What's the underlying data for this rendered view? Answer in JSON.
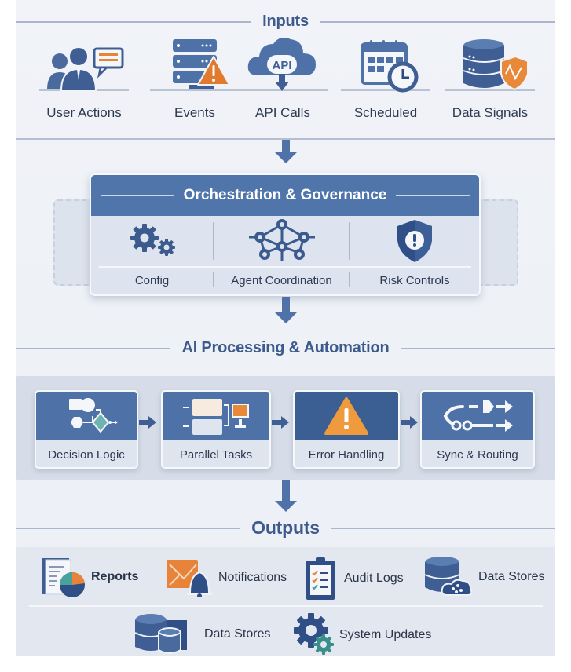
{
  "sections": {
    "inputs": {
      "title": "Inputs"
    },
    "ai": {
      "title": "AI Processing & Automation"
    },
    "outputs": {
      "title": "Outputs"
    }
  },
  "inputs": [
    {
      "label": "User Actions",
      "icon": "users-chat-icon"
    },
    {
      "label": "Events",
      "icon": "server-alert-icon"
    },
    {
      "label": "API Calls",
      "icon": "api-cloud-icon",
      "icon_text": "API"
    },
    {
      "label": "Scheduled",
      "icon": "calendar-clock-icon"
    },
    {
      "label": "Data Signals",
      "icon": "database-shield-icon"
    }
  ],
  "orchestration": {
    "title": "Orchestration & Governance",
    "items": [
      {
        "label": "Config",
        "icon": "gears-icon"
      },
      {
        "label": "Agent Coordination",
        "icon": "network-nodes-icon"
      },
      {
        "label": "Risk Controls",
        "icon": "shield-alert-icon"
      }
    ]
  },
  "ai_steps": [
    {
      "label": "Decision Logic",
      "icon": "flowchart-icon"
    },
    {
      "label": "Parallel Tasks",
      "icon": "parallel-tasks-icon"
    },
    {
      "label": "Error Handling",
      "icon": "warning-icon"
    },
    {
      "label": "Sync & Routing",
      "icon": "routing-icon"
    }
  ],
  "outputs": {
    "row1": [
      {
        "label": "Reports",
        "icon": "report-chart-icon"
      },
      {
        "label": "Notifications",
        "icon": "mail-bell-icon"
      },
      {
        "label": "Audit Logs",
        "icon": "clipboard-checklist-icon"
      },
      {
        "label": "Data Stores",
        "icon": "database-cloud-icon"
      }
    ],
    "row2": [
      {
        "label": "Data Stores",
        "icon": "databases-icon"
      },
      {
        "label": "System Updates",
        "icon": "gear-update-icon"
      }
    ]
  },
  "colors": {
    "primary": "#4f73a8",
    "dark_primary": "#3c5f93",
    "accent_orange": "#e8833a",
    "accent_teal": "#4aa39b",
    "text": "#2e3a50",
    "heading": "#3d5a8c"
  }
}
